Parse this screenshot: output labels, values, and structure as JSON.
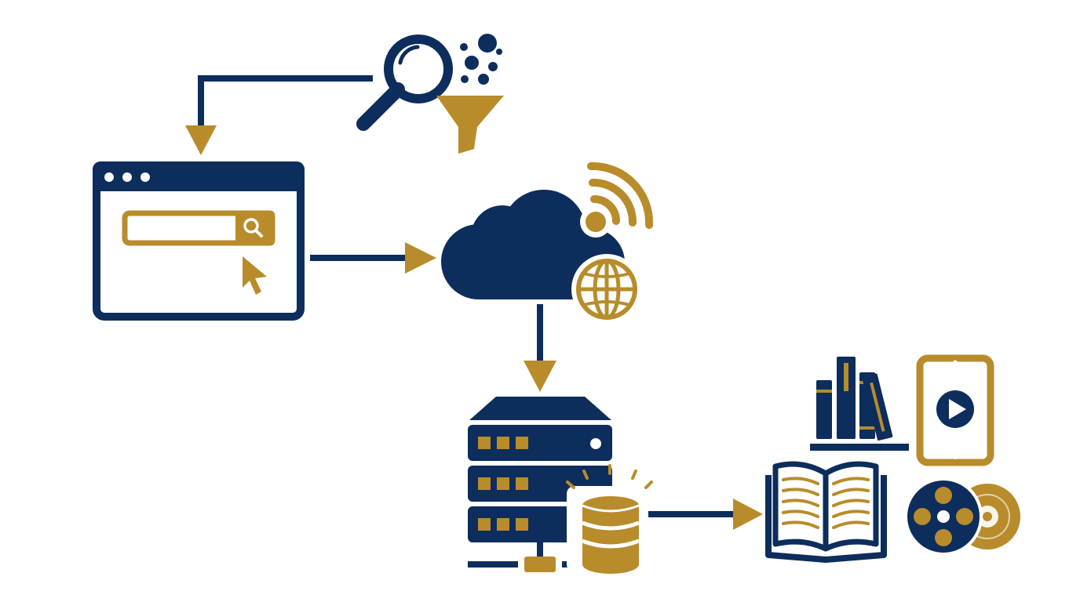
{
  "colors": {
    "navy": "#0d2d5c",
    "gold": "#b88c2b",
    "background": "#ffffff"
  },
  "diagram": {
    "nodes": [
      {
        "id": "search-filter",
        "icons": [
          "magnifier-icon",
          "funnel-icon",
          "particles-icon"
        ]
      },
      {
        "id": "browser-search",
        "icons": [
          "browser-window-icon",
          "search-bar-icon",
          "cursor-icon"
        ]
      },
      {
        "id": "cloud-network",
        "icons": [
          "cloud-icon",
          "wifi-signal-icon",
          "globe-icon"
        ]
      },
      {
        "id": "server-database",
        "icons": [
          "server-rack-icon",
          "database-icon"
        ]
      },
      {
        "id": "library-media",
        "icons": [
          "books-icon",
          "tablet-video-icon",
          "open-book-icon",
          "film-reel-icon",
          "disc-icon"
        ]
      }
    ],
    "edges": [
      {
        "from": "search-filter",
        "to": "browser-search"
      },
      {
        "from": "browser-search",
        "to": "cloud-network"
      },
      {
        "from": "cloud-network",
        "to": "server-database"
      },
      {
        "from": "server-database",
        "to": "library-media"
      }
    ]
  }
}
